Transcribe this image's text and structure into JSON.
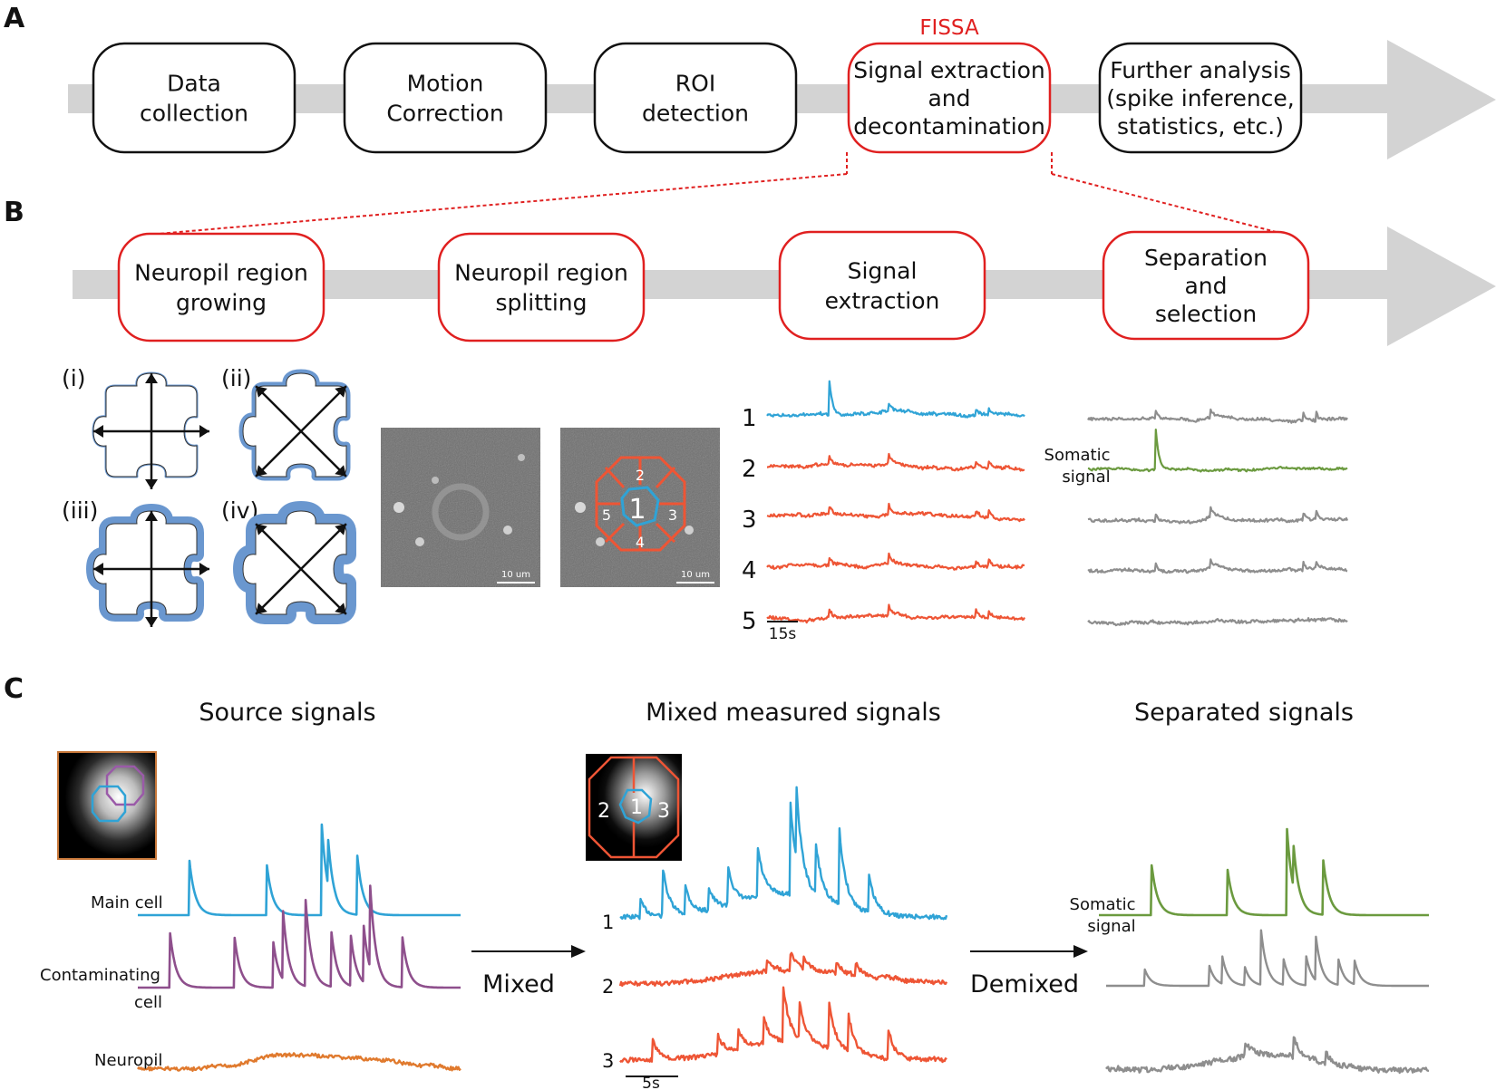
{
  "panels": {
    "a": "A",
    "b": "B",
    "c": "C"
  },
  "panel_a": {
    "fissa_label": "FISSA",
    "stages": [
      {
        "lines": [
          "Data",
          "collection"
        ]
      },
      {
        "lines": [
          "Motion",
          "Correction"
        ]
      },
      {
        "lines": [
          "ROI",
          "detection"
        ]
      },
      {
        "lines": [
          "Signal extraction",
          "and",
          "decontamination"
        ]
      },
      {
        "lines": [
          "Further analysis",
          "(spike inference,",
          "statistics, etc.)"
        ]
      }
    ]
  },
  "panel_b": {
    "stages": [
      {
        "lines": [
          "Neuropil region",
          "growing"
        ]
      },
      {
        "lines": [
          "Neuropil region",
          "splitting"
        ]
      },
      {
        "lines": [
          "Signal",
          "extraction"
        ]
      },
      {
        "lines": [
          "Separation",
          "and",
          "selection"
        ]
      }
    ],
    "growth_labels": [
      "(i)",
      "(ii)",
      "(iii)",
      "(iv)"
    ],
    "scalebar_label": "10 um",
    "roi_labels": [
      "1",
      "2",
      "3",
      "4",
      "5"
    ],
    "trace_numbers": [
      "1",
      "2",
      "3",
      "4",
      "5"
    ],
    "time_scale": "15s",
    "somatic_label": [
      "Somatic",
      "signal"
    ]
  },
  "panel_c": {
    "titles": [
      "Source signals",
      "Mixed measured signals",
      "Separated signals"
    ],
    "source_labels": {
      "main": "Main cell",
      "contaminating": [
        "Contaminating",
        "cell"
      ],
      "neuropil": "Neuropil"
    },
    "mixed_arrow": "Mixed",
    "demixed_arrow": "Demixed",
    "mixed_numbers": [
      "1",
      "2",
      "3"
    ],
    "inset_numbers": [
      "2",
      "1",
      "3"
    ],
    "time_scale": "5s",
    "somatic_label": [
      "Somatic",
      "signal"
    ]
  },
  "colors": {
    "blue": "#2fa3d6",
    "red": "#ee5535",
    "purple": "#8e4f8c",
    "orange": "#e07a2e",
    "green": "#6b9a3f",
    "gray": "#8e8e8e",
    "fissa": "#e02020",
    "flow": "#d3d3d3",
    "roi_fill": "#6a97cf"
  }
}
